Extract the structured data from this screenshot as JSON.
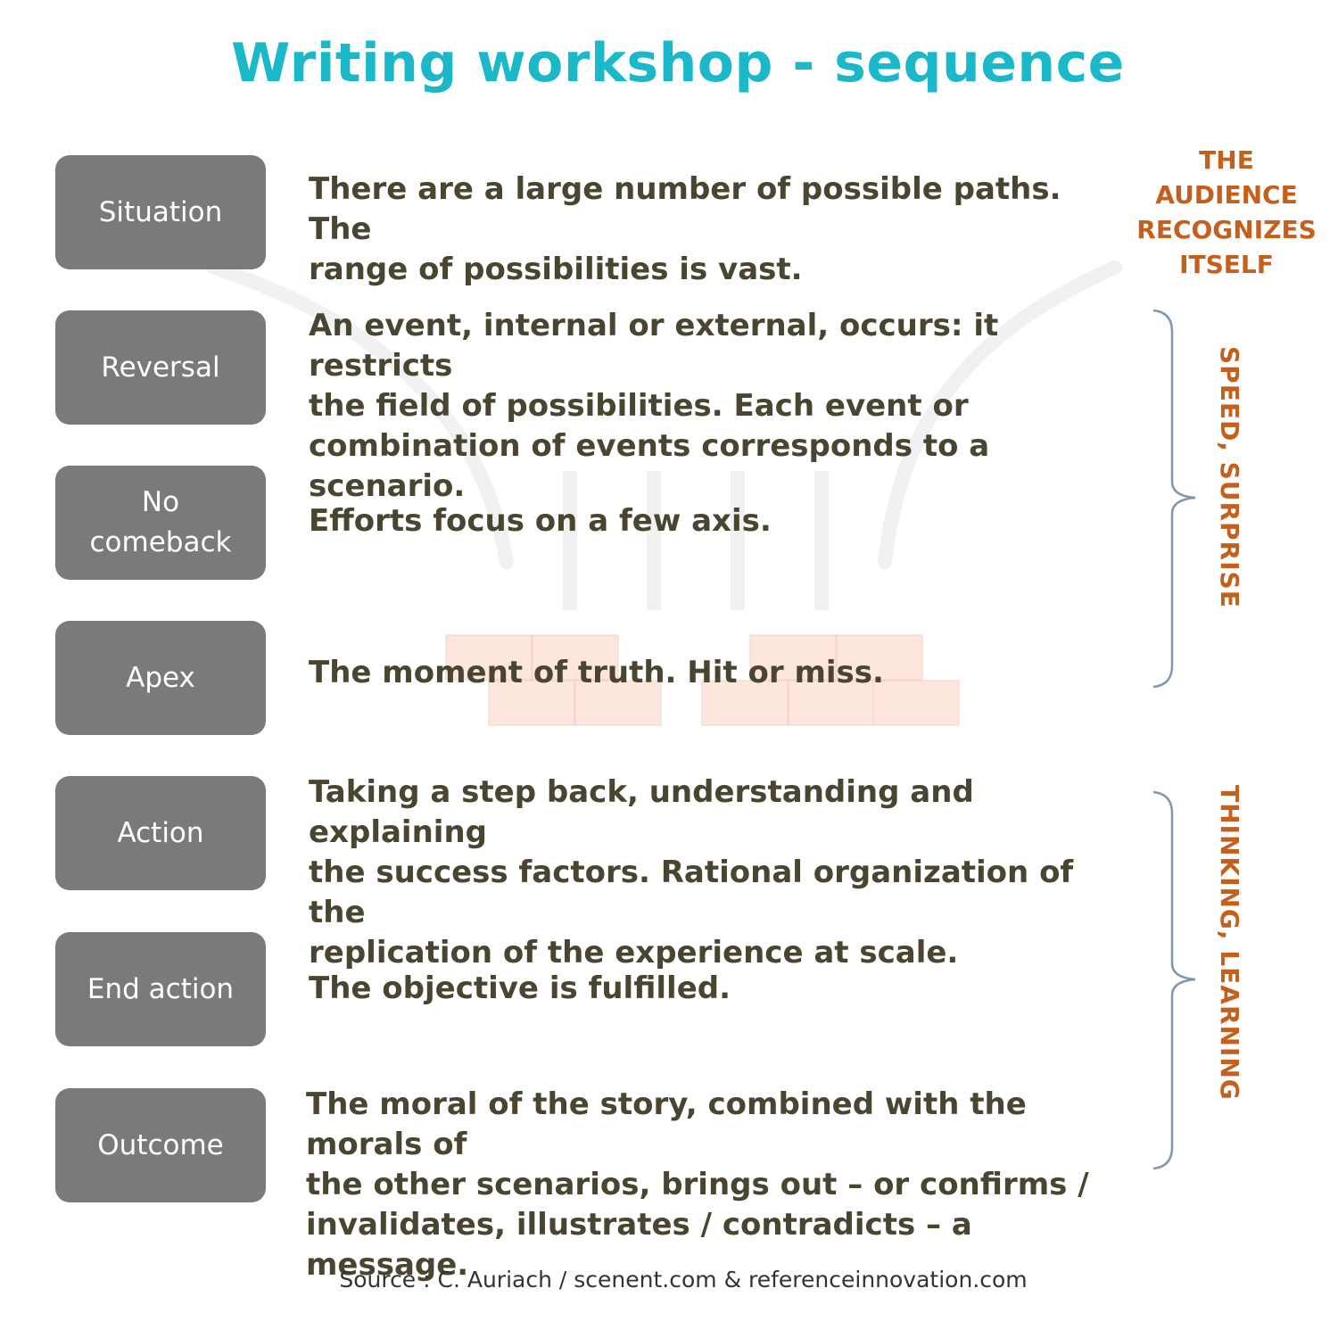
{
  "title": "Writing workshop - sequence",
  "colors": {
    "title": "#1bb8c9",
    "stage_bg": "#7a7a7a",
    "stage_text": "#ffffff",
    "desc_text": "#4a4530",
    "accent": "#c4601c",
    "bracket": "#8296ad",
    "watermark": "#f1f1f1",
    "bricks": "#fde6de"
  },
  "stages": [
    {
      "label": "Situation",
      "description": "There are a large number of possible paths. The\nrange of possibilities is vast."
    },
    {
      "label": "Reversal",
      "description": "An event, internal or external, occurs: it restricts\nthe field of possibilities. Each event or\ncombination of events corresponds to a scenario."
    },
    {
      "label": "No\ncomeback",
      "description": "Efforts focus on a few axis."
    },
    {
      "label": "Apex",
      "description": "The moment of truth. Hit or miss."
    },
    {
      "label": "Action",
      "description": "Taking a step back, understanding and explaining\nthe success factors. Rational organization of the\nreplication of the experience at scale."
    },
    {
      "label": "End action",
      "description": "The objective is fulfilled."
    },
    {
      "label": "Outcome",
      "description": "The moral of the story, combined with the morals of\nthe other scenarios, brings out – or confirms /\ninvalidates, illustrates / contradicts – a message."
    }
  ],
  "side_labels": {
    "top": "THE\nAUDIENCE\nRECOGNIZES\nITSELF",
    "middle": "SPEED, SURPRISE",
    "bottom": "THINKING, LEARNING"
  },
  "icons": {
    "background": "funnel-bricks-icon",
    "bracket_upper": "right-curly-brace-icon",
    "bracket_lower": "right-curly-brace-icon"
  },
  "source": "Source : C. Auriach / scenent.com & referenceinnovation.com"
}
